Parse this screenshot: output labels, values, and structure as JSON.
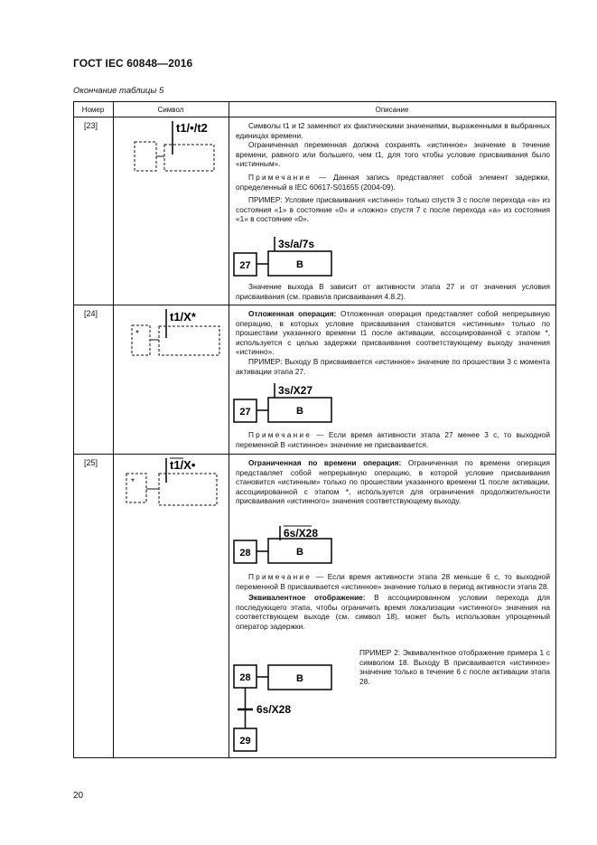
{
  "header": {
    "standard": "ГОСТ IEC 60848—2016"
  },
  "caption": "Окончание таблицы 5",
  "table": {
    "columns": [
      "Номер",
      "Символ",
      "Описание"
    ],
    "rows": [
      {
        "number": "[23]",
        "symbol_label": "t1/•/t2",
        "paragraphs": [
          "Символы t1 и t2 заменяют их фактическими значениями, выраженными в выбранных единицах времени.",
          "Ограниченная переменная должна сохранять «истинное» значение в течение времени, равного или большего, чем t1, для того чтобы условие присваивания было «истинным».",
          "Данная запись представляет собой элемент задержки, определенный в IEC 60617-S01655 (2004-09).",
          "ПРИМЕР: Условие присваивания «истинно» только спустя 3 с после перехода «а» из состояния «1» в состояние «0» и «ложно» спустя 7 с после перехода «а» из состояния «1» в состояние «0».",
          "Значение выхода В зависит от активности этапа 27 и от значения условия присваивания (см. правила присваивания 4.8.2)."
        ],
        "note_label": "Примечание",
        "note_dash": " — ",
        "example": {
          "step": "27",
          "action": "B",
          "condition": "3s/a/7s"
        }
      },
      {
        "number": "[24]",
        "symbol_label": "t1/X*",
        "symbol_star": "*",
        "lead": "Отложенная операция:",
        "paragraphs": [
          " Отложенная операция представляет собой непрерывную операцию, в которых условие присваивания становится «истинным» только по прошествии указанного времени t1 после активации, ассоциированной с этапом *, используется с целью задержки присваивания соответствующему выходу значения «истинно».",
          "ПРИМЕР: Выходу В присваивается «истинное» значение по прошествии 3 с момента активации этапа 27.",
          "Если время активности этапа 27 менее 3 с, то выходной переменной В «истинное» значение не присваивается."
        ],
        "note_label": "Примечание",
        "note_dash": " — ",
        "example": {
          "step": "27",
          "action": "B",
          "condition": "3s/X27"
        }
      },
      {
        "number": "[25]",
        "symbol_label": "t1/X•",
        "symbol_star": "*",
        "lead": "Ограниченная по времени операция:",
        "paragraphs": [
          " Ограниченная по времени операция представляет собой непрерывную операцию, в которой условие присваивания становится «истинным» только по прошествии указанного времени t1 после активации, ассоциированной с этапом *, используется для ограничения продолжительности присваивания «истинного» значения соответствующему выходу.",
          "Если время активности этапа 28 меньше 6 с, то выходной переменной В присваивается «истинное» значение только в период активности этапа 28.",
          " В ассоциированном условии перехода для последующего этапа, чтобы ограничить время локализации «истинного» значения на соответствующем выходе (см. символ 18), может быть использован упрощенный оператор задержки.",
          "ПРИМЕР 2: Эквивалентное отображение примера 1 с символом 18. Выходу В присваивается «истинное» значение только в течение 6 с после активации этапа 28."
        ],
        "note_label": "Примечание",
        "note_dash": " — ",
        "lead2": "Эквивалентное отображение:",
        "example": {
          "step": "28",
          "action": "B",
          "condition": "6s/X28"
        },
        "example2": {
          "step": "28",
          "action": "B",
          "transition": "6s/X28",
          "next_step": "29"
        }
      }
    ]
  },
  "page_number": "20"
}
